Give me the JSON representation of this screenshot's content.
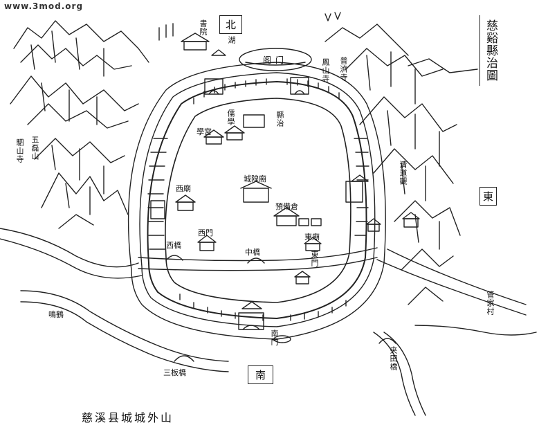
{
  "watermark": "www.3mod.org",
  "title": "慈谿縣治圖",
  "directions": {
    "north": "北",
    "east": "東",
    "south": "南"
  },
  "caption": "慈溪县城城外山",
  "labels": {
    "north_temple": "書院",
    "north_gate": "阁门",
    "north_hill": "鳳山寺",
    "yamen": "縣治",
    "west_building_1": "儒學",
    "west_building_2": "學宮",
    "center_building": "城隍廟",
    "east_building": "預備倉",
    "west_temple": "西廟",
    "east_temple": "東廟",
    "west_bridge": "西橋",
    "center_bridge": "中橋",
    "south_gate_label": "南門",
    "left_hill": "駟山寺",
    "left_mountain": "五磊山",
    "right_mountain": "清道觀",
    "bottom_left_bridge": "三板橋",
    "bottom_right_bridge": "夹田橋",
    "left_village": "鳴鶴",
    "right_village": "管家村",
    "northeast": "普濟寺",
    "west_gate_label": "西門",
    "east_gate_label": "東門",
    "lake": "湖"
  },
  "colors": {
    "ink": "#111111",
    "paper": "#ffffff"
  }
}
